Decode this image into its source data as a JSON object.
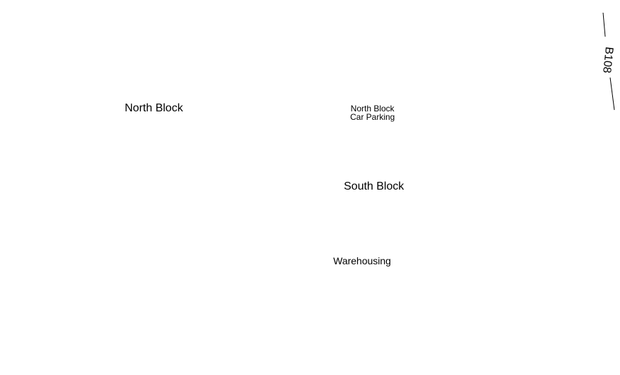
{
  "map": {
    "labels": {
      "north_block": "North Block",
      "north_block_parking_line1": "North Block",
      "north_block_parking_line2": "Car Parking",
      "south_block": "South Block",
      "warehousing": "Warehousing"
    },
    "road": {
      "name": "B108"
    },
    "colors": {
      "background": "#ffffff",
      "text": "#000000",
      "road_line": "#000000"
    }
  }
}
